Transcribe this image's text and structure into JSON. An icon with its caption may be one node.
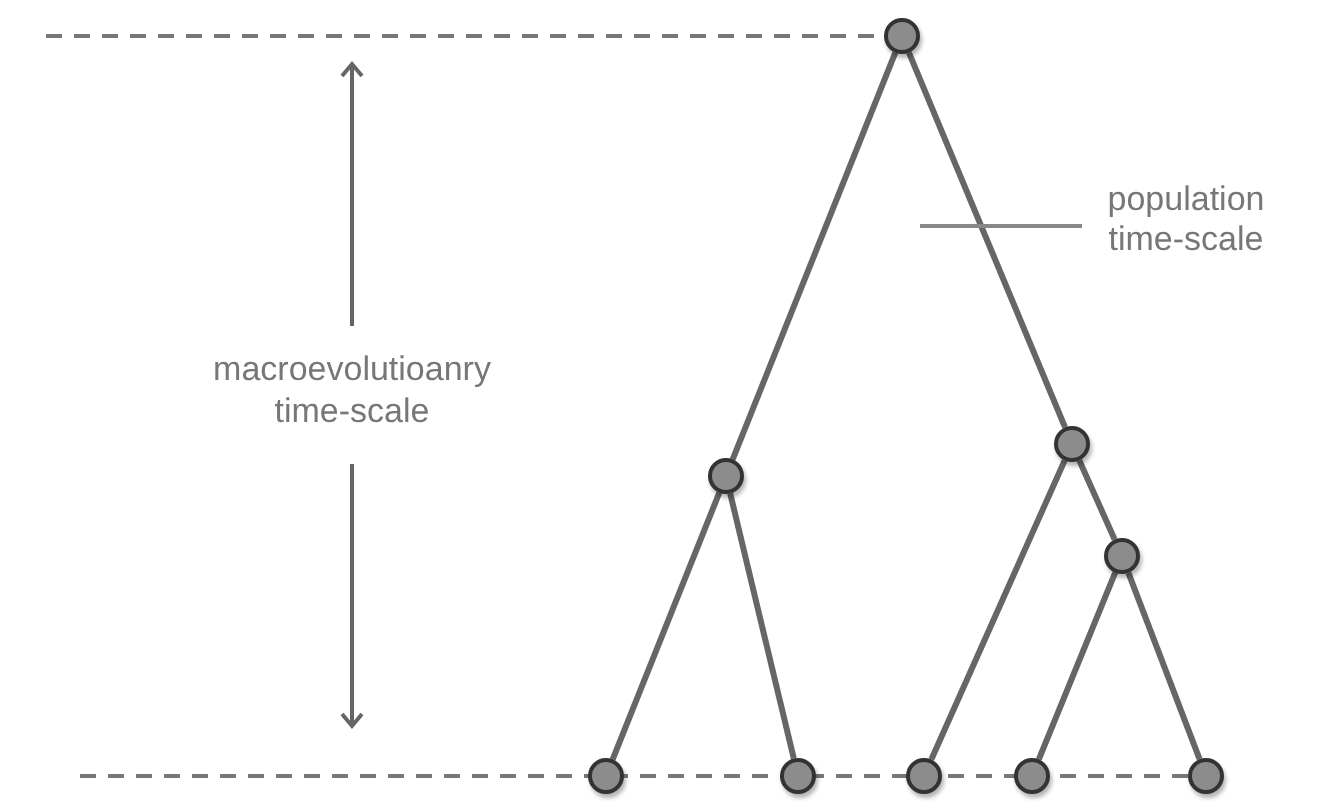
{
  "diagram": {
    "nodes": [
      {
        "text": [],
        "shape": "circle"
      },
      {
        "text": [],
        "shape": "circle"
      },
      {
        "text": [],
        "shape": "circle"
      },
      {
        "text": [],
        "shape": "circle"
      },
      {
        "text": [],
        "shape": "circle"
      },
      {
        "text": [],
        "shape": "circle"
      },
      {
        "text": [],
        "shape": "circle"
      },
      {
        "text": [],
        "shape": "circle"
      },
      {
        "text": [],
        "shape": "circle"
      },
      {
        "text": [
          "population time-scale"
        ]
      }
    ],
    "edges": [
      {
        "from": 0,
        "to": 1,
        "arrow": "none"
      },
      {
        "from": 0,
        "to": 2,
        "arrow": "none"
      },
      {
        "from": 1,
        "to": 4,
        "arrow": "none"
      },
      {
        "from": 1,
        "to": 5,
        "arrow": "none"
      },
      {
        "from": 2,
        "to": 6,
        "arrow": "none"
      },
      {
        "from": 2,
        "to": 3,
        "arrow": "none"
      },
      {
        "from": 3,
        "to": 7,
        "arrow": "none"
      },
      {
        "from": 3,
        "to": 8,
        "arrow": "none"
      },
      {
        "from": 9,
        "to": null,
        "arrow": "none"
      }
    ],
    "labels": [
      "macroevolutioanry time-scale"
    ]
  }
}
